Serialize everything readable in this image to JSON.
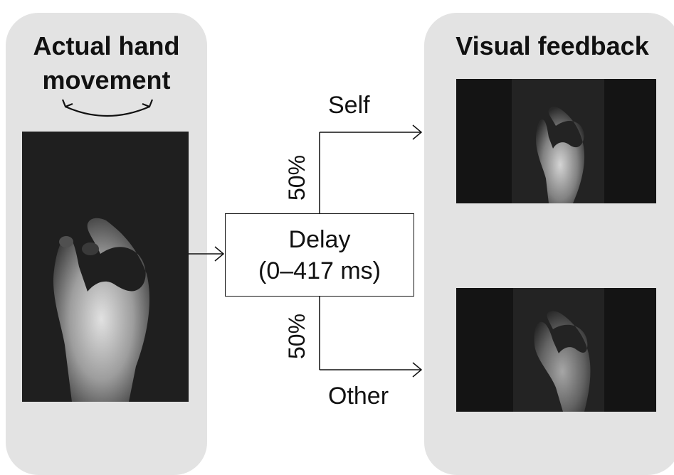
{
  "left_panel": {
    "title_line1": "Actual hand",
    "title_line2": "movement"
  },
  "right_panel": {
    "title": "Visual feedback"
  },
  "delay_box": {
    "label": "Delay",
    "range": "(0–417 ms)"
  },
  "branches": {
    "self": {
      "label": "Self",
      "percent": "50%"
    },
    "other": {
      "label": "Other",
      "percent": "50%"
    }
  },
  "colors": {
    "panel_background": "#e3e3e3",
    "photo_background": "#151515",
    "line": "#111111"
  },
  "icons": {
    "movement": "curved-double-arrow-icon",
    "flow": "arrow-right-icon"
  }
}
